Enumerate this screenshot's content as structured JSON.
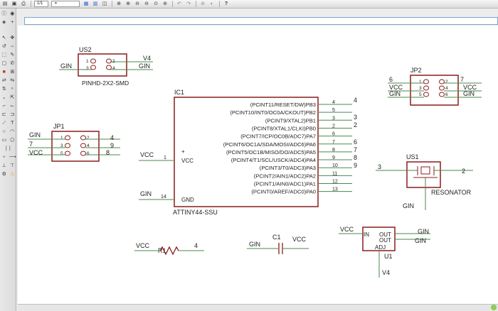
{
  "toolbar": {
    "sheet_value": "1/1",
    "icons": [
      "file-icon",
      "save-icon",
      "print-icon",
      "cam-icon",
      "board-icon",
      "sheet-select-icon",
      "use-icon",
      "zoom-fit-icon",
      "zoom-in-icon",
      "zoom-out-icon",
      "zoom-out-2-icon",
      "zoom-select-icon",
      "undo-icon",
      "redo-icon",
      "stop-icon",
      "go-icon",
      "help-icon"
    ]
  },
  "command": {
    "value": ""
  },
  "colors": {
    "wire": "#4a8a4a",
    "part": "#8b1c1c",
    "text": "#222222"
  },
  "parts": {
    "us2": {
      "name": "US2",
      "value": "PINHD-2X2-SMD",
      "pins": [
        "1",
        "2",
        "3",
        "4"
      ]
    },
    "jp1": {
      "name": "JP1",
      "pins": [
        "1",
        "2",
        "3",
        "4",
        "5",
        "6"
      ]
    },
    "jp2": {
      "name": "JP2",
      "pins": [
        "1",
        "2",
        "3",
        "4",
        "5",
        "6"
      ]
    },
    "ic1": {
      "name": "IC1",
      "value": "ATTINY44-SSU",
      "vcc": "VCC",
      "gnd": "GND",
      "plus": "+",
      "left_pins": [
        "1",
        "14"
      ],
      "signals": [
        "(PCINT11/RESET/DW)PB3",
        "(PCINT10/INT0/OC0A/CKOUT)PB2",
        "(PCINT9/XTAL2)PB1",
        "(PCINT8/XTAL1/CLKI)PB0",
        "(PCINT7/ICP/OC0B/ADC7)PA7",
        "(PCINT6/OC1A/SDA/MOSI/ADC6)PA6",
        "(PCINT5/OC1B/MISO/DO/ADC5)PA5",
        "(PCINT4/T1/SCL/USCK/ADC4)PA4",
        "(PCINT3/T0/ADC3)PA3",
        "(PCINT2/AIN1/ADC2)PA2",
        "(PCINT1/AIN0/ADC1)PA1",
        "(PCINT0/AREF/ADC0)PA0"
      ],
      "pin_numbers": [
        "4",
        "5",
        "3",
        "2",
        "6",
        "7",
        "8",
        "9",
        "10",
        "11",
        "12",
        "13"
      ]
    },
    "us1": {
      "name": "US1",
      "value": "RESONATOR"
    },
    "r1": {
      "name": "R1"
    },
    "c1": {
      "name": "C1"
    },
    "u1": {
      "name": "U1",
      "in": "IN",
      "out1": "OUT",
      "out2": "OUT",
      "adj": "ADJ"
    }
  },
  "nets": {
    "us2": {
      "left": "GIN",
      "top_right": "V4",
      "bottom_right": "GIN"
    },
    "jp1": {
      "left": [
        "GIN",
        "7",
        "VCC"
      ],
      "right": [
        "4",
        "9",
        "8"
      ]
    },
    "jp2": {
      "left": [
        "6",
        "VCC",
        "GIN"
      ],
      "right": [
        "7",
        "VCC",
        "GIN"
      ]
    },
    "ic1": {
      "vcc": "VCC",
      "gnd": "GIN",
      "right": [
        "4",
        "3",
        "2",
        "6",
        "7",
        "8",
        "9"
      ]
    },
    "us1": {
      "left": "3",
      "right": "2",
      "bottom": "GIN"
    },
    "r1": {
      "left": "VCC",
      "right": "4"
    },
    "c1": {
      "left": "GIN",
      "right": "VCC"
    },
    "u1": {
      "in": "VCC",
      "out": "GIN",
      "out2": "GIN",
      "adj": "V4"
    }
  }
}
